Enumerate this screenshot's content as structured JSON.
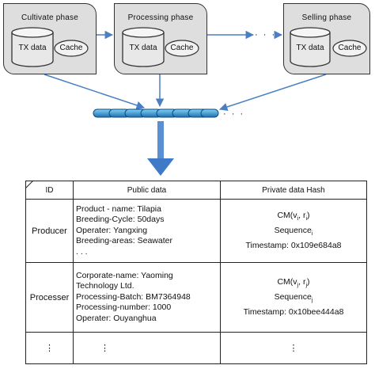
{
  "phases": [
    {
      "title": "Cultivate phase",
      "db_label": "TX data",
      "cache_label": "Cache"
    },
    {
      "title": "Processing phase",
      "db_label": "TX data",
      "cache_label": "Cache"
    },
    {
      "title": "Selling phase",
      "db_label": "TX data",
      "cache_label": "Cache"
    }
  ],
  "ellipsis_top": "· · ·",
  "ellipsis_chain": "· · ·",
  "table": {
    "headers": {
      "id": "ID",
      "public": "Public data",
      "private": "Private data Hash"
    },
    "rows": [
      {
        "id": "Producer",
        "public_lines": [
          "Product - name: Tilapia",
          "Breeding-Cycle: 50days",
          "Operater: Yangxing",
          "Breeding-areas: Seawater",
          ". . ."
        ],
        "cm_base": "CM(v",
        "cm_sub1": "i",
        "cm_mid": ", r",
        "cm_sub2": "i",
        "cm_end": ")",
        "seq": "Sequence",
        "seq_sub": "i",
        "timestamp": "Timestamp: 0x109e684a8"
      },
      {
        "id": "Processer",
        "public_lines": [
          "Corporate-name: Yaoming",
          "Technology Ltd.",
          "Processing-Batch: BM7364948",
          "Processing-number: 1000",
          "Operater: Ouyanghua"
        ],
        "cm_base": "CM(v",
        "cm_sub1": "j",
        "cm_mid": ", r",
        "cm_sub2": "j",
        "cm_end": ")",
        "seq": "Sequence",
        "seq_sub": "j",
        "timestamp": "Timestamp: 0x10bee444a8"
      }
    ],
    "last_row": {
      "id": "⋮",
      "public": "⋮",
      "private": "⋮"
    }
  }
}
